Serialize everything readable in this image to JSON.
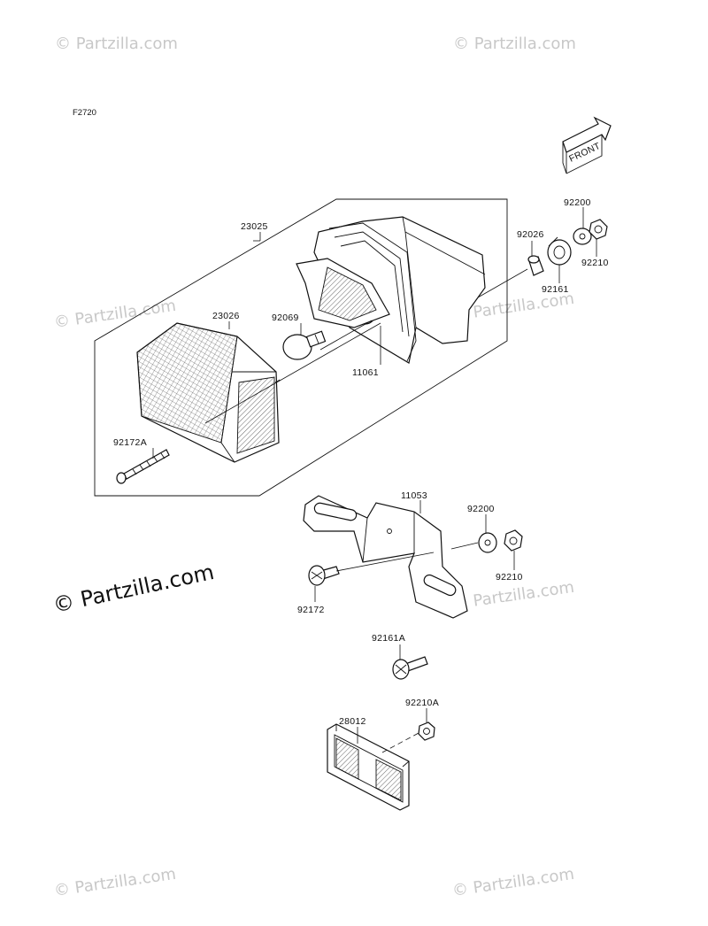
{
  "figure_code": "F2720",
  "front_label": "FRONT",
  "watermark_text": "© Partzilla.com",
  "parts": {
    "p23025": "23025",
    "p23026": "23026",
    "p92069": "92069",
    "p11061": "11061",
    "p92026": "92026",
    "p92200_top": "92200",
    "p92210_top": "92210",
    "p92161": "92161",
    "p92172A": "92172A",
    "p11053": "11053",
    "p92200_mid": "92200",
    "p92210_mid": "92210",
    "p92172": "92172",
    "p92161A": "92161A",
    "p92210A": "92210A",
    "p28012": "28012"
  },
  "colors": {
    "line": "#111111",
    "watermark": "#c8c8c8",
    "background": "#ffffff"
  }
}
